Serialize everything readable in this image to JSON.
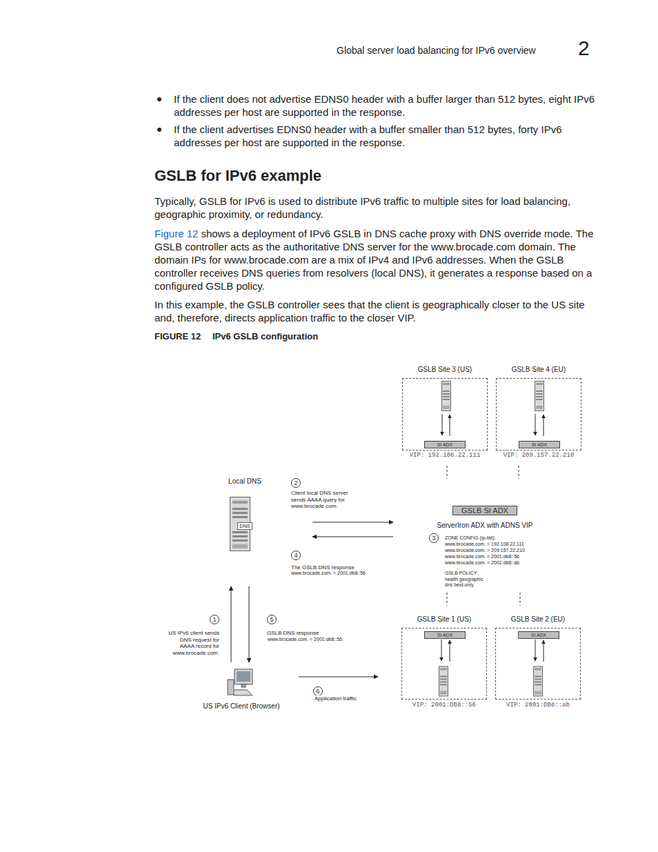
{
  "diagram": {
    "title": "GSLB for IPv6 example",
    "caption": "IPv6 GSLB configuration",
    "nodes": [
      {
        "text": [
          "GSLB Site 3 (US)",
          "VIP: 192.108.22.111"
        ]
      },
      {
        "text": [
          "SI ADX"
        ],
        "in": 0
      },
      {
        "text": [
          "GSLB Site 4 (EU)",
          "VIP: 209.157.22.210"
        ]
      },
      {
        "text": [
          "SI ADX"
        ],
        "in": 2
      },
      {
        "text": [
          "Local DNS",
          "DNS"
        ]
      },
      {
        "text": [
          "GSLB SI ADX",
          "ServerIron ADX with ADNS VIP"
        ]
      },
      {
        "text": [
          "GSLB Site 1 (US)",
          "VIP: 2001:DB8::56"
        ]
      },
      {
        "text": [
          "SI ADX"
        ],
        "in": 6
      },
      {
        "text": [
          "GSLB Site 2 (EU)",
          "VIP: 2001:DB8::ab"
        ]
      },
      {
        "text": [
          "SI ADX"
        ],
        "in": 8
      },
      {
        "text": [
          "US IPv6 Client (Browser)"
        ]
      }
    ],
    "edges": [
      {
        "from": 4,
        "to": 5,
        "arrow": "to"
      },
      {
        "from": 5,
        "to": 4,
        "arrow": "to"
      },
      {
        "from": 10,
        "to": 4,
        "arrow": "to"
      },
      {
        "from": 4,
        "to": 10,
        "arrow": "to"
      },
      {
        "from": 10,
        "to": 6,
        "arrow": "to",
        "label": "Application traffic"
      },
      {
        "from": 0,
        "to": 5,
        "arrow": "none"
      },
      {
        "from": 2,
        "to": 5,
        "arrow": "none"
      },
      {
        "from": 5,
        "to": 6,
        "arrow": "none"
      },
      {
        "from": 5,
        "to": 8,
        "arrow": "none"
      }
    ],
    "labels": [
      "Global server load balancing for IPv6 overview",
      "2",
      "If the client does not advertise EDNS0 header with a buffer larger than 512 bytes, eight IPv6 addresses per host are supported in the response.",
      "If the client advertises EDNS0 header with a buffer smaller than 512 bytes, forty IPv6 addresses per host are supported in the response.",
      "Typically, GSLB for IPv6 is used to distribute IPv6 traffic to multiple sites for load balancing, geographic proximity, or redundancy.",
      "Figure 12",
      "shows a deployment of IPv6 GSLB in DNS cache proxy with DNS override mode. The GSLB controller acts as the authoritative DNS server for the www.brocade.com domain. The domain IPs for www.brocade.com are a mix of IPv4 and IPv6 addresses. When the GSLB controller receives DNS queries from resolvers (local DNS), it generates a response based on a configured GSLB policy.",
      "In this example, the GSLB controller sees that the client is geographically closer to the US site and, therefore, directs application traffic to the closer VIP.",
      "FIGURE 12",
      "2",
      "Client local DNS server sends AAAA query for www.brocade.com.",
      "3",
      "ZONE CONFIG (ip-list):",
      "www.brocade.com. = 192.108.22.111",
      "www.brocade.com. = 209.157.22.210",
      "www.brocade.com. = 2001:db8::56",
      "www.brocade.com. = 2001:db8::ab",
      "GSLB POLICY: health geographic dns best-only",
      "4",
      "The GSLB DNS response",
      "www.brocade.com. = 2001:db8::56",
      "1",
      "US IPv6 client sends DNS request for AAAA record for www.brocade.com.",
      "5",
      "GSLB DNS response",
      "www.brocade.com. = 2001:db8::56.",
      "6"
    ]
  }
}
